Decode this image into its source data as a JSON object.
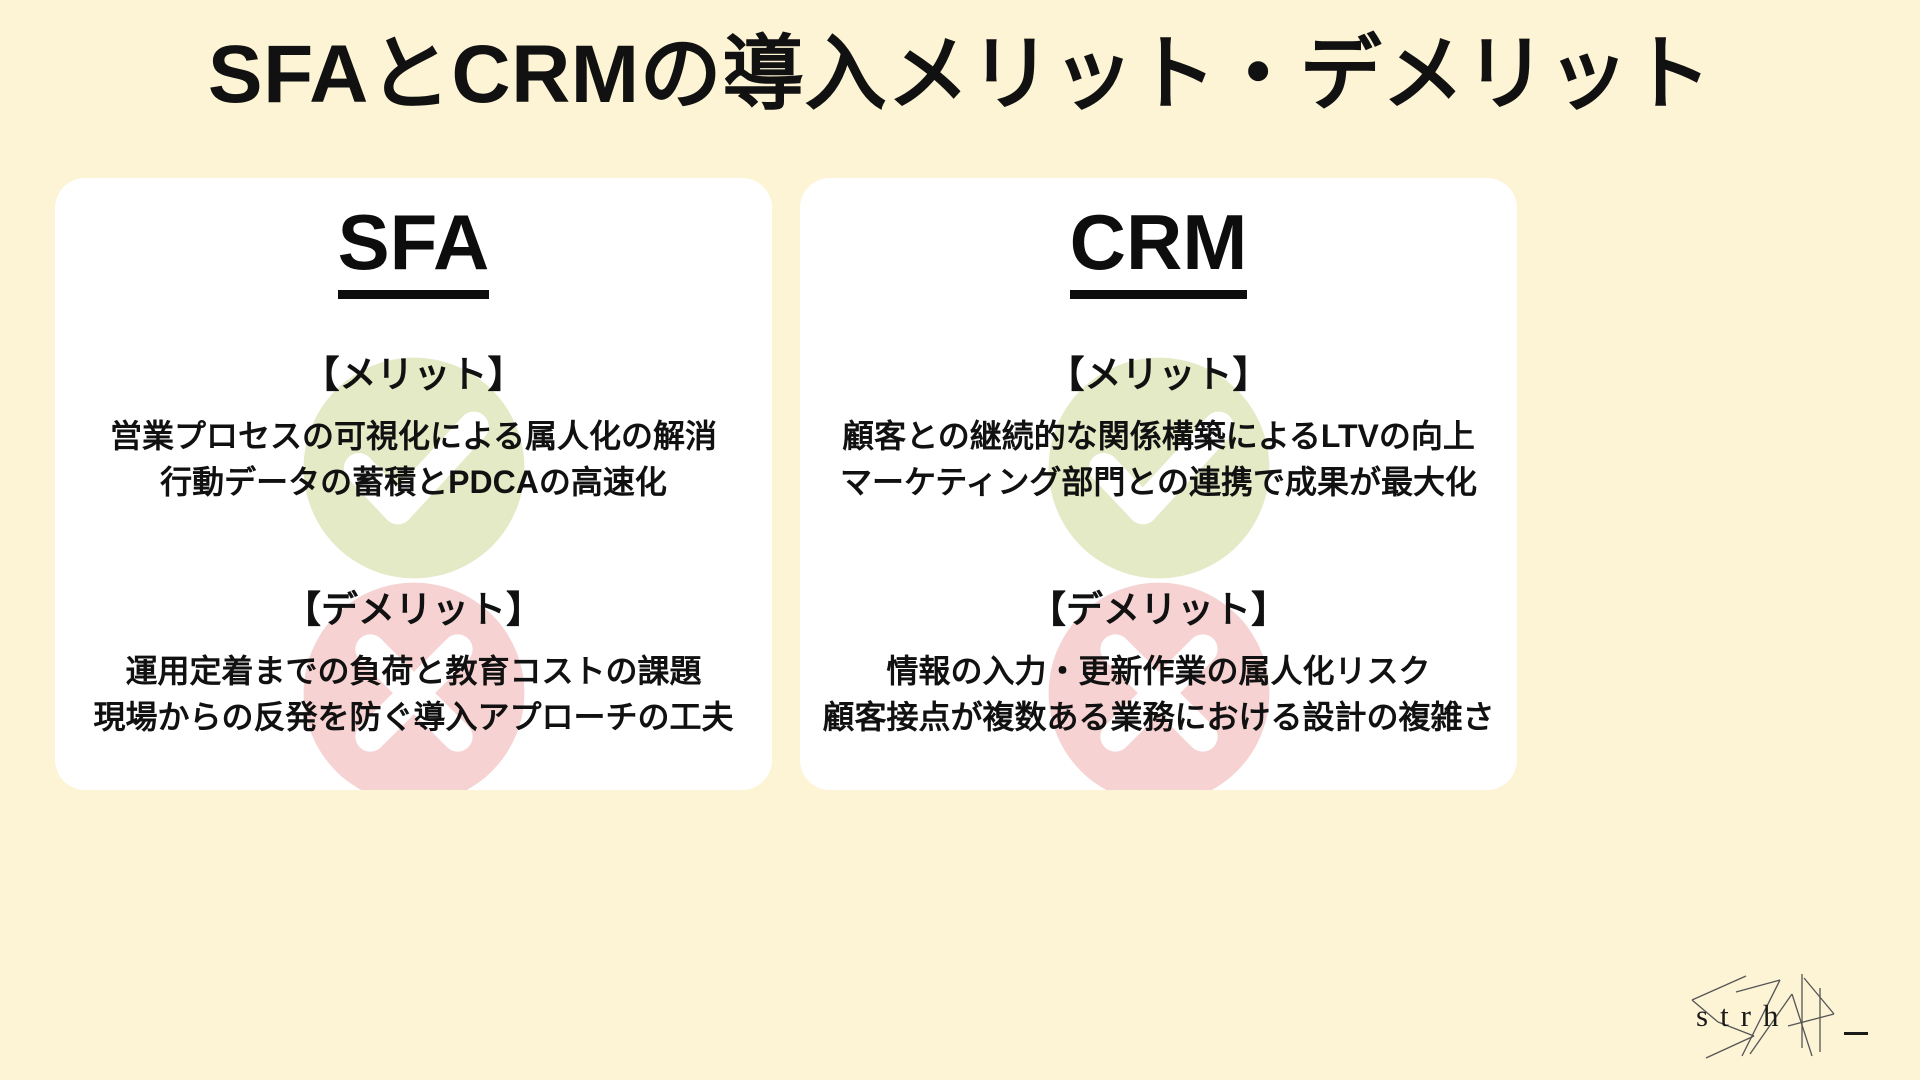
{
  "page": {
    "title": "SFAとCRMの導入メリット・デメリット",
    "background_color": "#FCF4D5",
    "card_color": "#FFFFFF",
    "text_color": "#111111",
    "watermark_check_color": "#DDE5BC",
    "watermark_cross_color": "#F2C9C9"
  },
  "cards": [
    {
      "heading": "SFA",
      "merit": {
        "label": "【メリット】",
        "lines": [
          "営業プロセスの可視化による属人化の解消",
          "行動データの蓄積とPDCAの高速化"
        ]
      },
      "demerit": {
        "label": "【デメリット】",
        "lines": [
          "運用定着までの負荷と教育コストの課題",
          "現場からの反発を防ぐ導入アプローチの工夫"
        ]
      }
    },
    {
      "heading": "CRM",
      "merit": {
        "label": "【メリット】",
        "lines": [
          "顧客との継続的な関係構築によるLTVの向上",
          "マーケティング部門との連携で成果が最大化"
        ]
      },
      "demerit": {
        "label": "【デメリット】",
        "lines": [
          "情報の入力・更新作業の属人化リスク",
          "顧客接点が複数ある業務における設計の複雑さ"
        ]
      }
    }
  ],
  "brand": {
    "name": "strh"
  }
}
